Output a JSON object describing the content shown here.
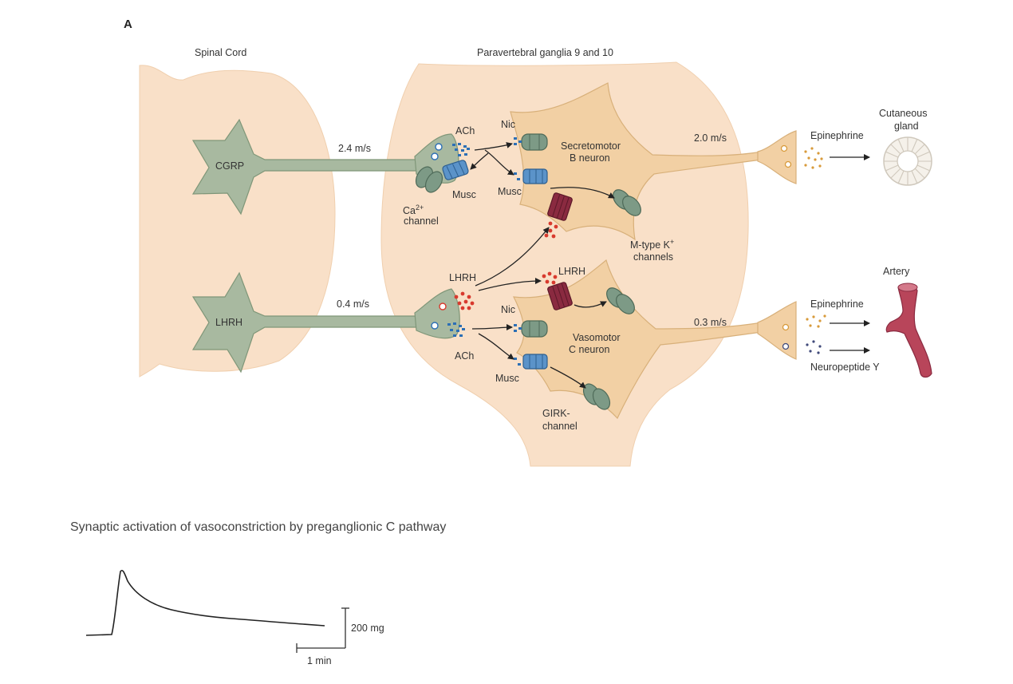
{
  "panel_letter": "A",
  "regions": {
    "spinal_cord": "Spinal Cord",
    "ganglia": "Paravertebral ganglia 9 and 10"
  },
  "neurons": {
    "cgrp": "CGRP",
    "lhrh": "LHRH",
    "secretomotor_line1": "Secretomotor",
    "secretomotor_line2": "B neuron",
    "vasomotor_line1": "Vasomotor",
    "vasomotor_line2": "C neuron"
  },
  "velocities": {
    "top_pre": "2.4 m/s",
    "bottom_pre": "0.4 m/s",
    "top_post": "2.0 m/s",
    "bottom_post": "0.3 m/s"
  },
  "labels": {
    "ach_top": "ACh",
    "ach_bottom": "ACh",
    "nic_top": "Nic",
    "nic_bottom": "Nic",
    "musc_left": "Musc",
    "musc_mid": "Musc",
    "musc_bottom": "Musc",
    "ca_channel_base": "Ca",
    "ca_channel_sup": "2+",
    "ca_channel_line2": "channel",
    "lhrh_left": "LHRH",
    "lhrh_right": "LHRH",
    "mtype_line1_base": "M-type K",
    "mtype_line1_sup": "+",
    "mtype_line2": "channels",
    "girk_line1": "GIRK-",
    "girk_line2": "channel"
  },
  "targets": {
    "cutaneous_line1": "Cutaneous",
    "cutaneous_line2": "gland",
    "artery": "Artery",
    "epinephrine_top": "Epinephrine",
    "epinephrine_bottom": "Epinephrine",
    "neuropeptide_y": "Neuropeptide Y"
  },
  "trace": {
    "title": "Synaptic activation of vasoconstriction by preganglionic C pathway",
    "scale_y": "200 mg",
    "scale_x": "1 min"
  },
  "colors": {
    "tissue": "#f9e0c8",
    "neuron_green": "#a8b9a0",
    "neuron_green_stroke": "#7f9678",
    "postganglionic": "#f2d0a4",
    "postganglionic_stroke": "#d8b07a",
    "ach_blue": "#2c6fb5",
    "lhrh_red": "#d83a2e",
    "channel_dark": "#8a2a40",
    "artery": "#b8455a",
    "epinephrine_dots": "#d89a3a",
    "npy_dots": "#404a7a"
  }
}
